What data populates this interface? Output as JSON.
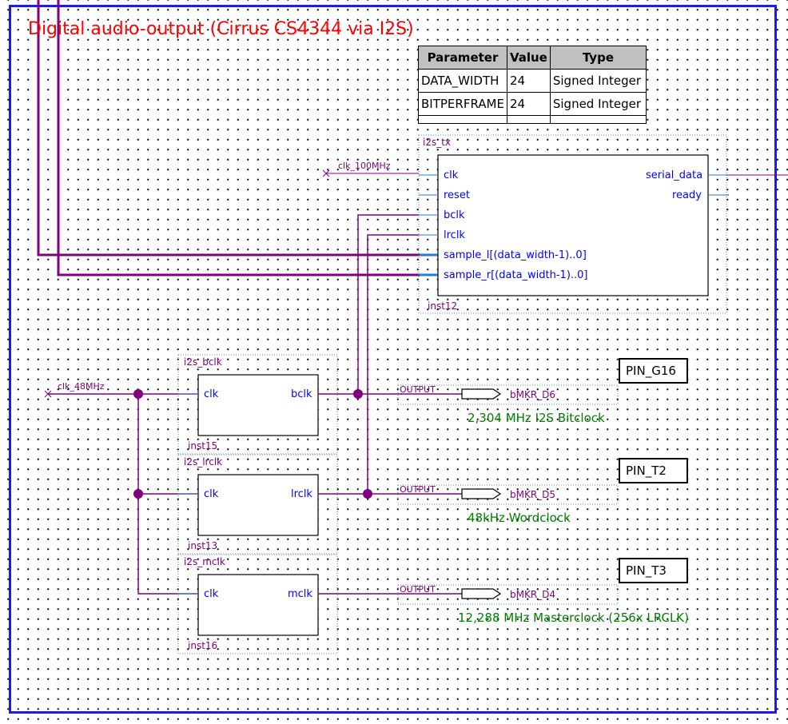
{
  "title": "Digital audio-output (Cirrus CS4344 via I2S)",
  "parameters": {
    "headers": [
      "Parameter",
      "Value",
      "Type"
    ],
    "rows": [
      [
        "DATA_WIDTH",
        "24",
        "Signed Integer"
      ],
      [
        "BITPERFRAME",
        "24",
        "Signed Integer"
      ]
    ]
  },
  "i2s_tx": {
    "name": "i2s_tx",
    "instance": "inst12",
    "inputs": [
      "clk",
      "reset",
      "bclk",
      "lrclk",
      "sample_l[(data_width-1)..0]",
      "sample_r[(data_width-1)..0]"
    ],
    "outputs": [
      "serial_data",
      "ready"
    ],
    "clk_net": "clk_100MHz"
  },
  "i2s_bclk": {
    "name": "i2s_bclk",
    "instance": "inst15",
    "input": "clk",
    "output": "bclk"
  },
  "i2s_lrclk": {
    "name": "i2s_lrclk",
    "instance": "inst13",
    "input": "clk",
    "output": "lrclk"
  },
  "i2s_mclk": {
    "name": "i2s_mclk",
    "instance": "inst16",
    "input": "clk",
    "output": "mclk"
  },
  "clk48_net": "clk_48MHz",
  "outputs": [
    {
      "type": "OUTPUT",
      "name": "bMKR_D6",
      "pin": "PIN_G16",
      "comment": "2,304 MHz I2S Bitclock"
    },
    {
      "type": "OUTPUT",
      "name": "bMKR_D5",
      "pin": "PIN_T2",
      "comment": "48kHz Wordclock"
    },
    {
      "type": "OUTPUT",
      "name": "bMKR_D4",
      "pin": "PIN_T3",
      "comment": "12,288 MHz Masterclock (256x LRCLK)"
    }
  ],
  "colors": {
    "wire": "#800080",
    "port": "#0000ff",
    "frame": "#1c1ce6",
    "title": "#ff0000",
    "comment": "#008000"
  }
}
